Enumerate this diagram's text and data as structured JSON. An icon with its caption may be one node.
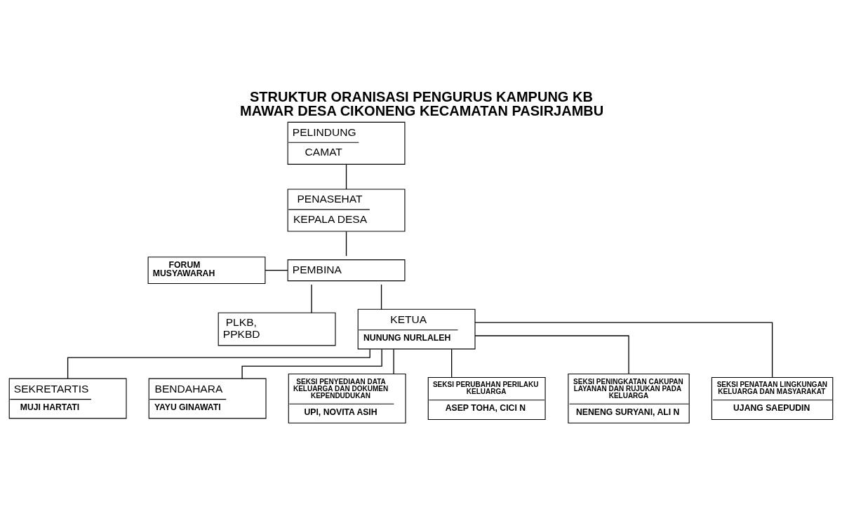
{
  "diagram": {
    "title": "STRUKTUR ORANISASI PENGURUS KAMPUNG KB MAWAR DESA CIKONENG KECAMATAN PASIRJAMBU",
    "nodes": [
      {
        "text": [
          "PELINDUNG",
          "CAMAT"
        ]
      },
      {
        "text": [
          "PENASEHAT",
          "KEPALA DESA"
        ]
      },
      {
        "text": [
          "FORUM MUSYAWARAH"
        ]
      },
      {
        "text": [
          "PEMBINA"
        ]
      },
      {
        "text": [
          "PLKB, PPKBD"
        ]
      },
      {
        "text": [
          "KETUA",
          "NUNUNG NURLALEH"
        ]
      },
      {
        "text": [
          "SEKRETARTIS",
          "MUJI HARTATI"
        ]
      },
      {
        "text": [
          "BENDAHARA",
          "YAYU GINAWATI"
        ]
      },
      {
        "text": [
          "SEKSI PENYEDIAAN DATA KELUARGA DAN DOKUMEN KEPENDUDUKAN",
          "UPI, NOVITA ASIH"
        ]
      },
      {
        "text": [
          "SEKSI PERUBAHAN PERILAKU KELUARGA",
          "ASEP TOHA, CICI N"
        ]
      },
      {
        "text": [
          "SEKSI PENINGKATAN CAKUPAN LAYANAN DAN RUJUKAN PADA KELUARGA",
          "NENENG SURYANI, ALI N"
        ]
      },
      {
        "text": [
          "SEKSI PENATAAN LINGKUNGAN KELUARGA DAN MASYARAKAT",
          "UJANG SAEPUDIN"
        ]
      }
    ],
    "edges": [
      {
        "from": 0,
        "to": 1,
        "arrow": "none"
      },
      {
        "from": 1,
        "to": 3,
        "arrow": "none"
      },
      {
        "from": 2,
        "to": 3,
        "arrow": "none"
      },
      {
        "from": 3,
        "to": 4,
        "arrow": "none"
      },
      {
        "from": 3,
        "to": 5,
        "arrow": "none"
      },
      {
        "from": 5,
        "to": 6,
        "arrow": "none"
      },
      {
        "from": 5,
        "to": 7,
        "arrow": "none"
      },
      {
        "from": 5,
        "to": 8,
        "arrow": "none"
      },
      {
        "from": 5,
        "to": 9,
        "arrow": "none"
      },
      {
        "from": 5,
        "to": 10,
        "arrow": "none"
      },
      {
        "from": 5,
        "to": 11,
        "arrow": "none"
      }
    ]
  }
}
